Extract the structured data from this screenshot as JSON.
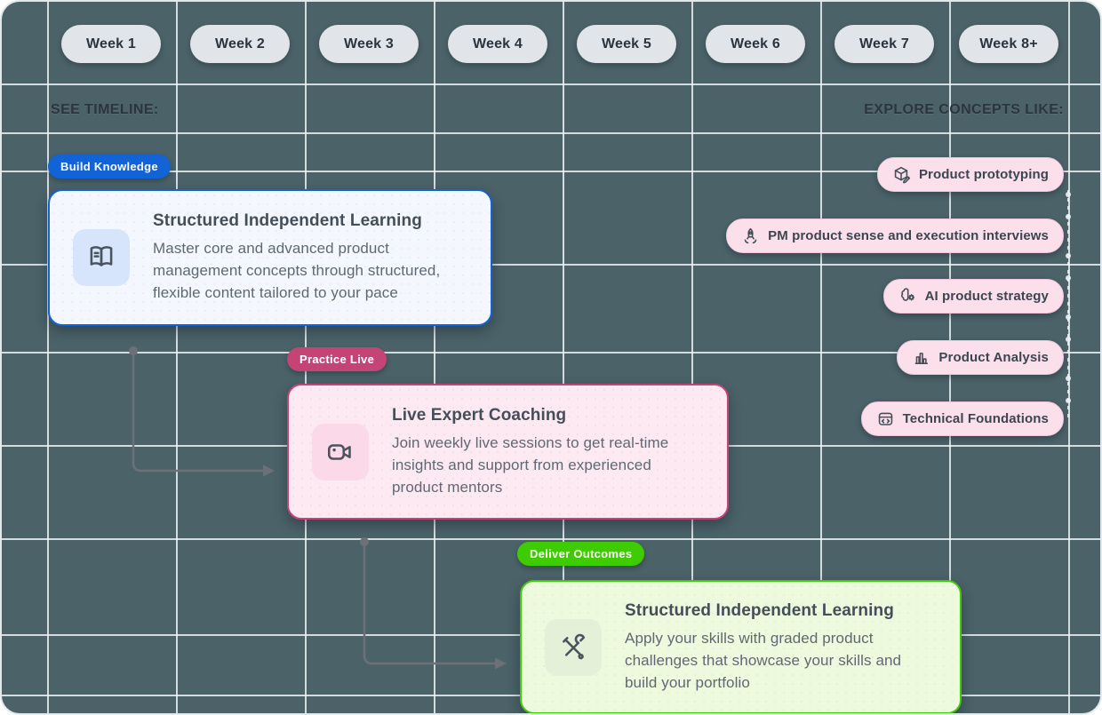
{
  "headers": {
    "left": "SEE TIMELINE:",
    "right": "EXPLORE CONCEPTS LIKE:"
  },
  "weeks": [
    {
      "label": "Week 1"
    },
    {
      "label": "Week 2"
    },
    {
      "label": "Week 3"
    },
    {
      "label": "Week 4"
    },
    {
      "label": "Week 5"
    },
    {
      "label": "Week 6"
    },
    {
      "label": "Week 7"
    },
    {
      "label": "Week 8+"
    }
  ],
  "cards": [
    {
      "badge": "Build Knowledge",
      "title": "Structured Independent Learning",
      "body": "Master core and advanced product management concepts through structured, flexible content tailored to your pace",
      "icon": "open-book-icon"
    },
    {
      "badge": "Practice Live",
      "title": "Live Expert Coaching",
      "body": "Join weekly live sessions to get real-time insights and support from experienced product mentors",
      "icon": "video-camera-icon"
    },
    {
      "badge": "Deliver Outcomes",
      "title": "Structured Independent Learning",
      "body": "Apply your skills with graded product challenges that showcase your skills and build your portfolio",
      "icon": "crossed-tools-icon"
    }
  ],
  "concepts": [
    {
      "label": "Product prototyping",
      "icon": "package-pencil-icon"
    },
    {
      "label": "PM product sense and execution interviews",
      "icon": "rocket-launch-icon"
    },
    {
      "label": "AI product strategy",
      "icon": "ai-brain-gear-icon"
    },
    {
      "label": "Product Analysis",
      "icon": "bar-chart-icon"
    },
    {
      "label": "Technical Foundations",
      "icon": "code-window-icon"
    }
  ],
  "colors": {
    "background": "#4b6269",
    "grid_line": "#e9edf0",
    "week_pill_bg": "#e1e4e9",
    "header_text": "#2c343d",
    "blue_accent": "#1263d5",
    "blue_card_bg": "#f4f8fe",
    "blue_tile_bg": "#d7e5fc",
    "pink_accent": "#c54476",
    "pink_card_bg": "#fce9f2",
    "pink_tile_bg": "#fbd9e8",
    "green_accent": "#3ecb00",
    "green_card_bg": "#eefade",
    "green_tile_bg": "#e4f0d8",
    "concept_pill_bg": "#fbe0ec",
    "connector_gray": "#6b7177",
    "title_text": "#454f5a",
    "body_text": "#5f6973"
  }
}
